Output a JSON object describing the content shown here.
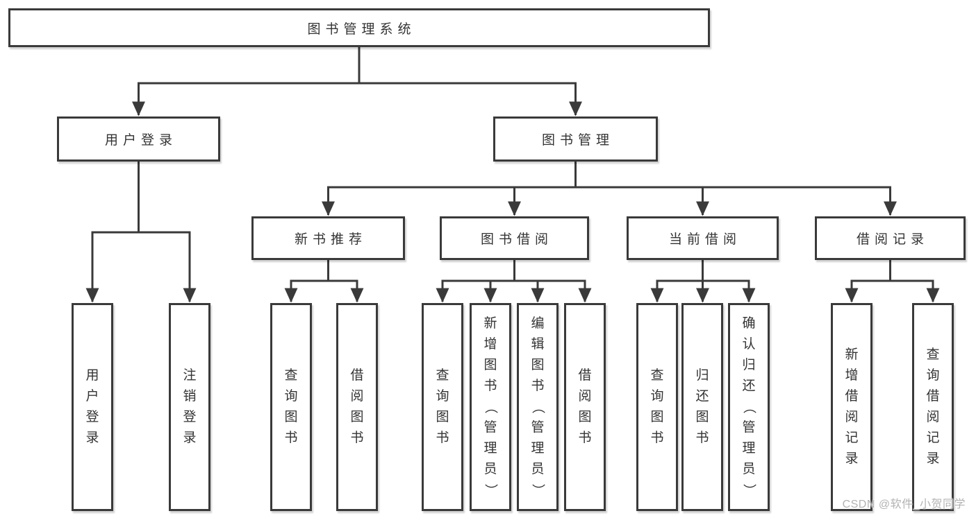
{
  "colors": {
    "line": "#3a3a3a",
    "text": "#333333",
    "box_background": "#ffffff",
    "page_background": "#ffffff",
    "watermark": "#b3b3b3"
  },
  "tree": {
    "label": "图书管理系统",
    "children": [
      {
        "label": "用户登录",
        "children": [
          {
            "label": "用户登录"
          },
          {
            "label": "注销登录"
          }
        ]
      },
      {
        "label": "图书管理",
        "children": [
          {
            "label": "新书推荐",
            "children": [
              {
                "label": "查询图书"
              },
              {
                "label": "借阅图书"
              }
            ]
          },
          {
            "label": "图书借阅",
            "children": [
              {
                "label": "查询图书"
              },
              {
                "label": "新增图书（管理员）"
              },
              {
                "label": "编辑图书（管理员）"
              },
              {
                "label": "借阅图书"
              }
            ]
          },
          {
            "label": "当前借阅",
            "children": [
              {
                "label": "查询图书"
              },
              {
                "label": "归还图书"
              },
              {
                "label": "确认归还（管理员）"
              }
            ]
          },
          {
            "label": "借阅记录",
            "children": [
              {
                "label": "新增借阅记录"
              },
              {
                "label": "查询借阅记录"
              }
            ]
          }
        ]
      }
    ]
  },
  "watermark": {
    "text": "CSDN @软件_小贺同学"
  }
}
